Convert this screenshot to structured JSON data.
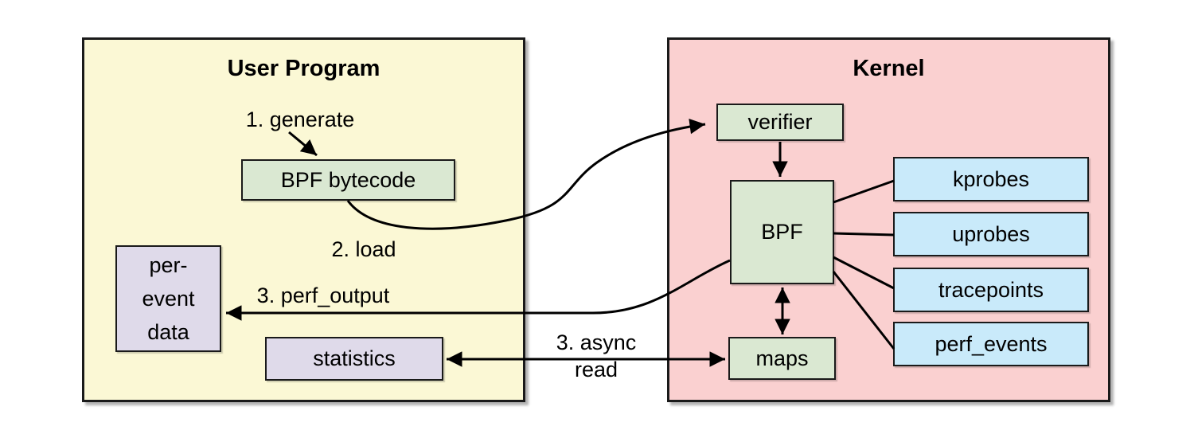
{
  "containers": {
    "user_program": {
      "label": "User Program"
    },
    "kernel": {
      "label": "Kernel"
    }
  },
  "nodes": {
    "bpf_bytecode": {
      "label": "BPF bytecode"
    },
    "verifier": {
      "label": "verifier"
    },
    "bpf": {
      "label": "BPF"
    },
    "maps": {
      "label": "maps"
    },
    "kprobes": {
      "label": "kprobes"
    },
    "uprobes": {
      "label": "uprobes"
    },
    "tracepoints": {
      "label": "tracepoints"
    },
    "perf_events": {
      "label": "perf_events"
    },
    "per_event_data": {
      "label": "per-event data",
      "lines": [
        "per-",
        "event",
        "data"
      ]
    },
    "statistics": {
      "label": "statistics"
    }
  },
  "step_labels": {
    "generate": "1. generate",
    "load": "2. load",
    "perf_output": "3. perf_output",
    "async_read_line1": "3. async",
    "async_read_line2": "read"
  },
  "edges": [
    {
      "from": "user_program",
      "to": "bpf_bytecode",
      "arrow": "end",
      "label": "1. generate"
    },
    {
      "from": "bpf_bytecode",
      "to": "verifier",
      "arrow": "end",
      "label": "2. load"
    },
    {
      "from": "verifier",
      "to": "bpf",
      "arrow": "end"
    },
    {
      "from": "bpf",
      "to": "maps",
      "arrow": "both"
    },
    {
      "from": "bpf",
      "to": "per_event_data",
      "arrow": "end",
      "label": "3. perf_output"
    },
    {
      "from": "statistics",
      "to": "maps",
      "arrow": "both",
      "label": "3. async read"
    },
    {
      "from": "bpf",
      "to": "kprobes",
      "arrow": "none"
    },
    {
      "from": "bpf",
      "to": "uprobes",
      "arrow": "none"
    },
    {
      "from": "bpf",
      "to": "tracepoints",
      "arrow": "none"
    },
    {
      "from": "bpf",
      "to": "perf_events",
      "arrow": "none"
    }
  ],
  "colors": {
    "user_program_fill": "#FBF8D5",
    "kernel_fill": "#FAD0D0",
    "process_fill": "#DAE8D2",
    "event_source_fill": "#C9EAFA",
    "output_fill": "#DFDAEA",
    "border": "#1A1A1A",
    "connector": "#000000"
  }
}
